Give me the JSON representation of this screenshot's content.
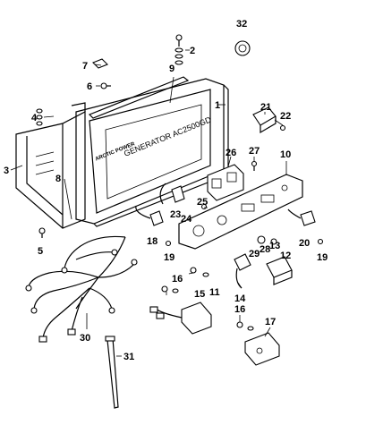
{
  "panel": {
    "model_text": "GENERATOR AC2500GD",
    "brand_text": "ARCTIC POWER"
  },
  "callouts": [
    "1",
    "2",
    "3",
    "4",
    "5",
    "6",
    "7",
    "8",
    "9",
    "10",
    "11",
    "12",
    "13",
    "14",
    "15",
    "16",
    "16",
    "17",
    "18",
    "19",
    "19",
    "20",
    "21",
    "22",
    "23",
    "24",
    "25",
    "26",
    "27",
    "28",
    "29",
    "30",
    "31",
    "32"
  ]
}
